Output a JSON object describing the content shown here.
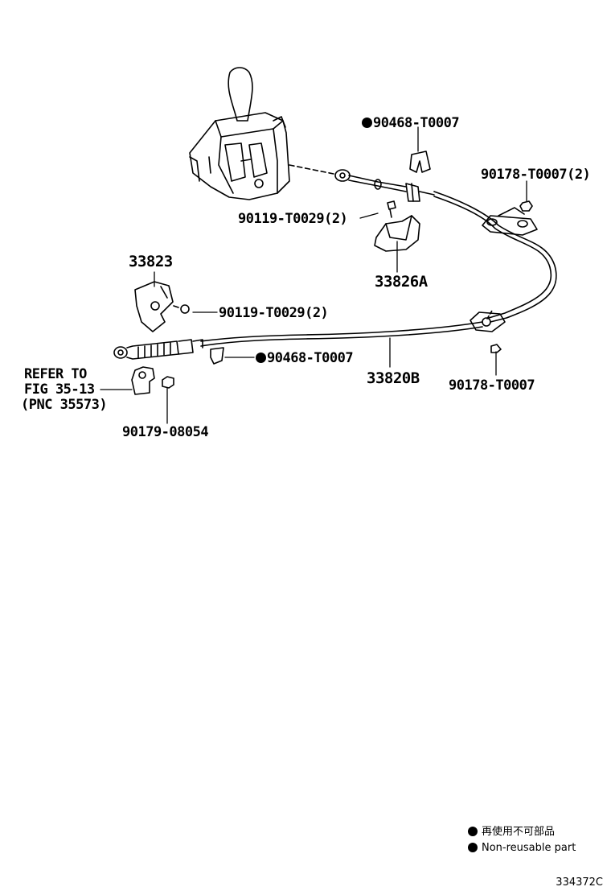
{
  "parts": {
    "clip_top": "90468-T0007",
    "nut_top_right": "90178-T0007(2)",
    "bolt_top": "90119-T0029(2)",
    "bracket_lower": "33826A",
    "bracket_left": "33823",
    "bolt_mid": "90119-T0029(2)",
    "clip_mid": "90468-T0007",
    "cable": "33820B",
    "nut_mid_right": "90178-T0007",
    "nut_bottom": "90179-08054"
  },
  "refer": {
    "line1": "REFER TO",
    "line2": "FIG 35-13",
    "line3": "(PNC 35573)"
  },
  "legend": {
    "japanese": "再使用不可部品",
    "english": "Non-reusable part"
  },
  "figure_code": "334372C"
}
